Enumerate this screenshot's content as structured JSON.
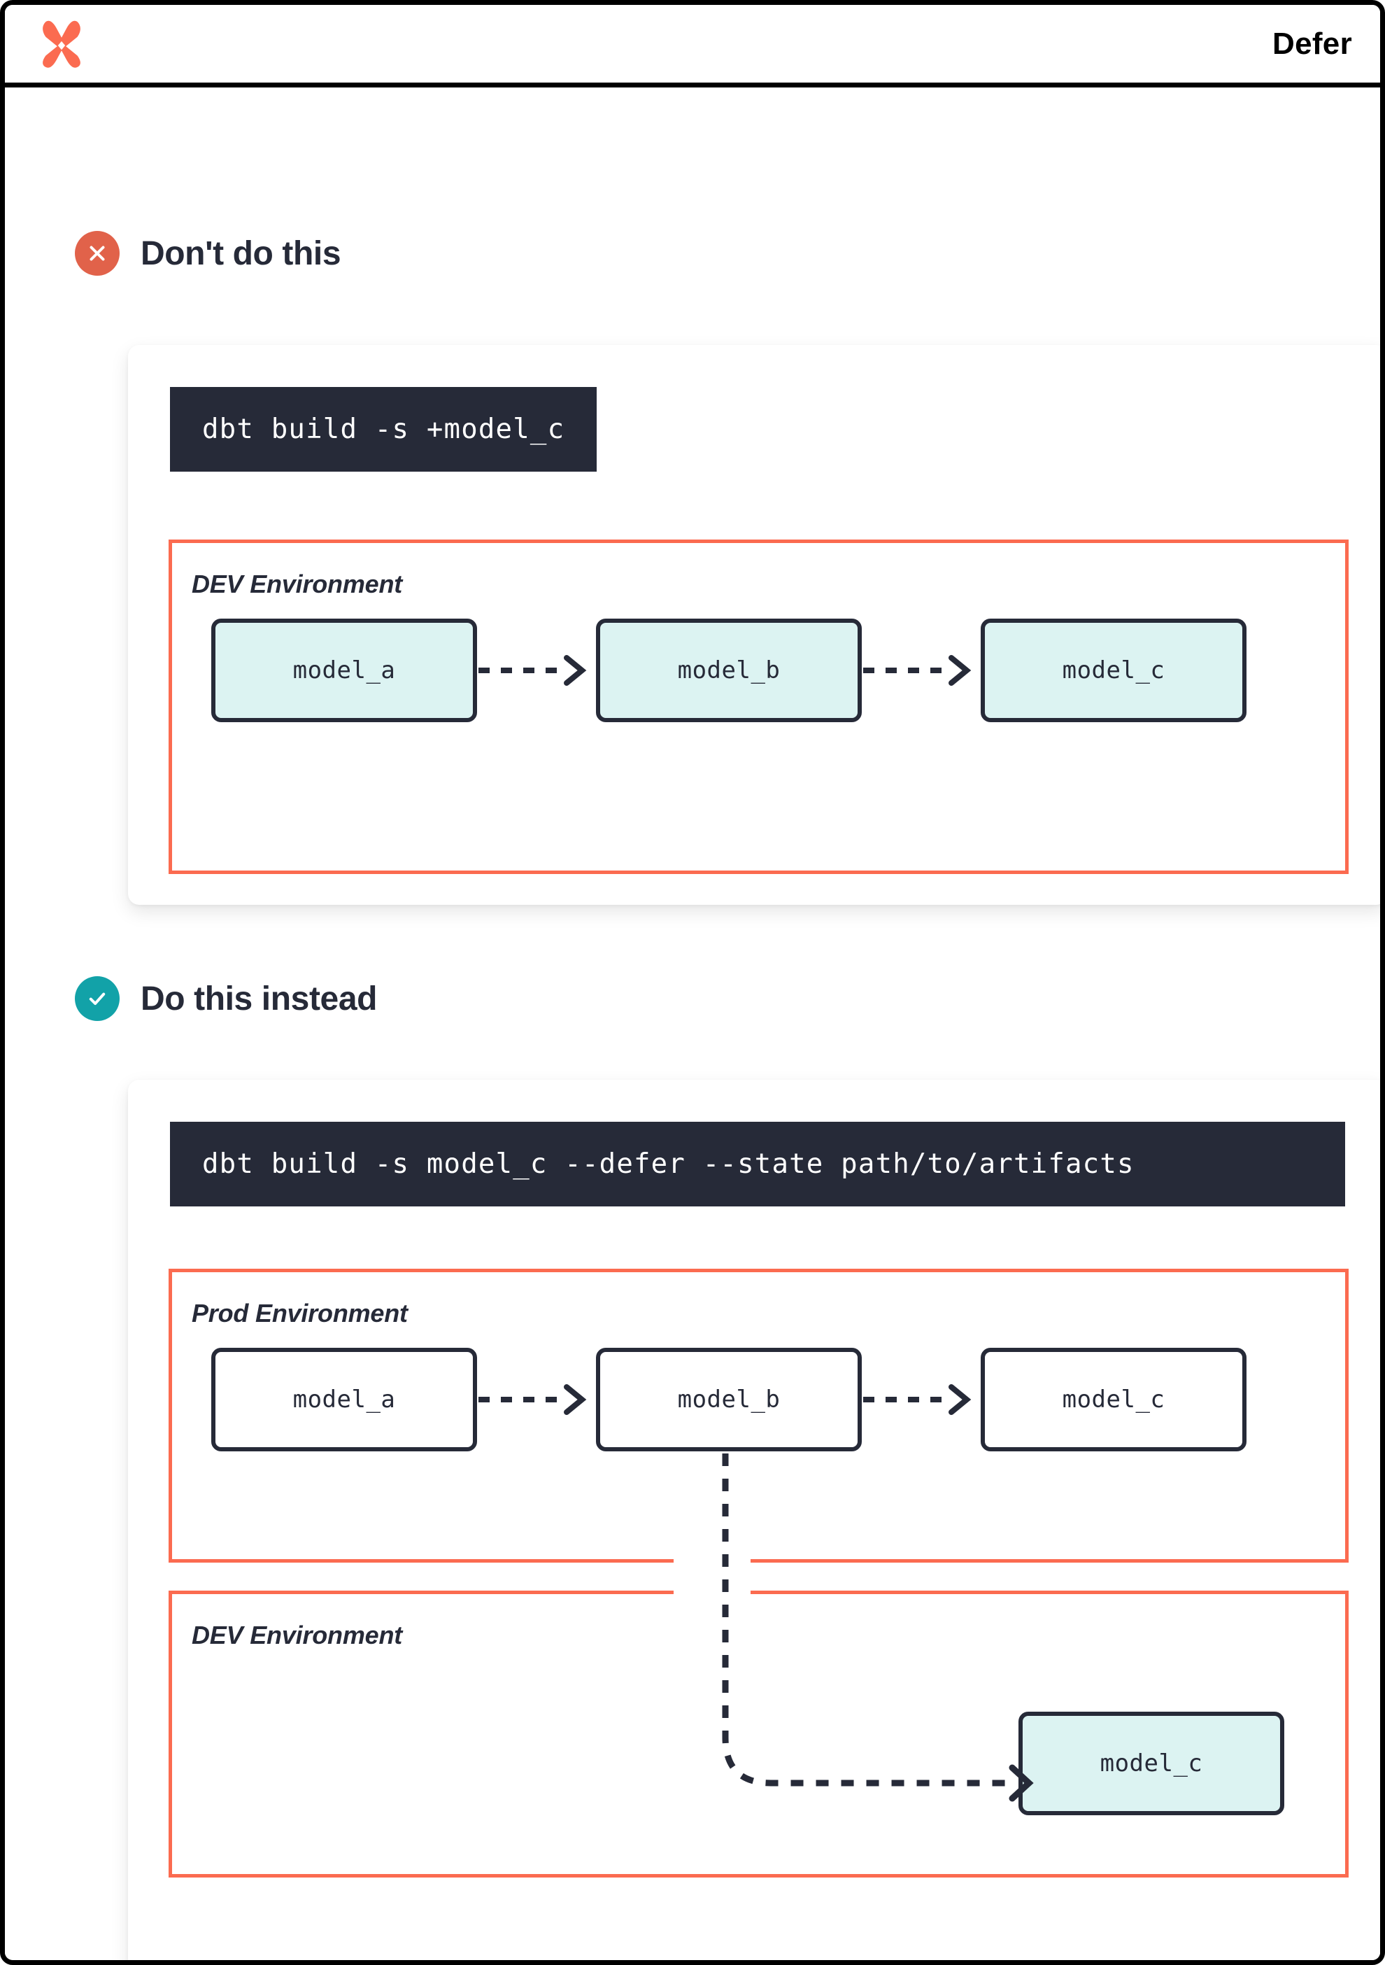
{
  "header": {
    "logo_icon": "dbt-logo-icon",
    "title": "Defer"
  },
  "sections": [
    {
      "id": "dont",
      "badge_icon": "x-circle-icon",
      "badge_color": "#E1624A",
      "title": "Don't do this",
      "command": "dbt build -s +model_c",
      "environments": [
        {
          "label": "DEV Environment",
          "border_color": "#FB6B50",
          "nodes": [
            {
              "label": "model_a",
              "filled": true
            },
            {
              "label": "model_b",
              "filled": true
            },
            {
              "label": "model_c",
              "filled": true
            }
          ],
          "edges": [
            "model_a -> model_b",
            "model_b -> model_c"
          ]
        }
      ]
    },
    {
      "id": "do",
      "badge_icon": "check-circle-icon",
      "badge_color": "#12A2A8",
      "title": "Do this instead",
      "command": "dbt build -s model_c --defer --state path/to/artifacts",
      "environments": [
        {
          "label": "Prod Environment",
          "border_color": "#FB6B50",
          "nodes": [
            {
              "label": "model_a",
              "filled": false
            },
            {
              "label": "model_b",
              "filled": false
            },
            {
              "label": "model_c",
              "filled": false
            }
          ],
          "edges": [
            "model_a -> model_b",
            "model_b -> model_c"
          ]
        },
        {
          "label": "DEV Environment",
          "border_color": "#FB6B50",
          "nodes": [
            {
              "label": "model_c",
              "filled": true
            }
          ],
          "edges": [
            "prod.model_b -> dev.model_c"
          ]
        }
      ]
    }
  ],
  "colors": {
    "brand_orange": "#FB6B50",
    "dark_navy": "#262A38",
    "node_fill": "#DCF3F2",
    "teal": "#12A2A8",
    "red": "#E1624A"
  },
  "s1": {
    "title": "Don't do this",
    "command": "dbt build -s +model_c",
    "env_label": "DEV Environment",
    "n0": "model_a",
    "n1": "model_b",
    "n2": "model_c"
  },
  "s2": {
    "title": "Do this instead",
    "command": "dbt build -s model_c --defer --state path/to/artifacts",
    "prod_label": "Prod Environment",
    "dev_label": "DEV Environment",
    "p0": "model_a",
    "p1": "model_b",
    "p2": "model_c",
    "d0": "model_c"
  }
}
